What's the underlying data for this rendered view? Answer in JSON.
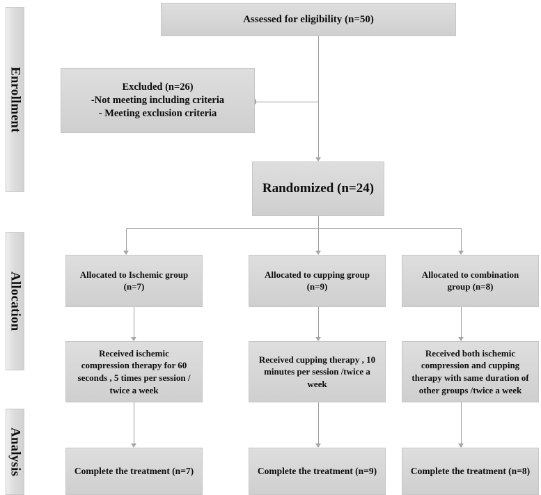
{
  "diagram": {
    "title": "CONSORT participant flow diagram",
    "colors": {
      "box_fill": "#d6d6d6",
      "box_border": "#c6c6c6",
      "stage_fill": "#dcdcdc",
      "connector": "#9d9d9d",
      "text": "#0d0d0d",
      "background": "#ffffff"
    }
  },
  "stages": [
    {
      "id": "enrollment",
      "label": "Enrollment"
    },
    {
      "id": "allocation",
      "label": "Allocation"
    },
    {
      "id": "analysis",
      "label": "Analysis"
    }
  ],
  "nodes": {
    "assessed": {
      "label": "Assessed for eligibility    (n=50)",
      "n": 50
    },
    "excluded": {
      "label": "Excluded (n=26)\n-Not meeting including criteria\n- Meeting exclusion criteria",
      "n": 26
    },
    "randomized": {
      "label": "Randomized (n=24)",
      "n": 24
    },
    "allocated_ischemic": {
      "label": "Allocated to Ischemic group\n(n=7)",
      "n": 7
    },
    "allocated_cupping": {
      "label": "Allocated to cupping  group\n(n=9)",
      "n": 9
    },
    "allocated_combination": {
      "label": "Allocated to combination\ngroup  (n=8)",
      "n": 8
    },
    "treatment_ischemic": {
      "label": "Received ischemic\ncompression therapy for 60\nseconds , 5 times per session /\ntwice a week"
    },
    "treatment_cupping": {
      "label": "Received cupping therapy , 10\nminutes per session /twice a\nweek"
    },
    "treatment_combination": {
      "label": "Received both ischemic\ncompression and cupping\ntherapy with same duration of\nother groups /twice a week"
    },
    "complete_ischemic": {
      "label": "Complete the treatment (n=7)",
      "n": 7
    },
    "complete_cupping": {
      "label": "Complete the treatment (n=9)",
      "n": 9
    },
    "complete_combination": {
      "label": "Complete the treatment (n=8)",
      "n": 8
    }
  }
}
